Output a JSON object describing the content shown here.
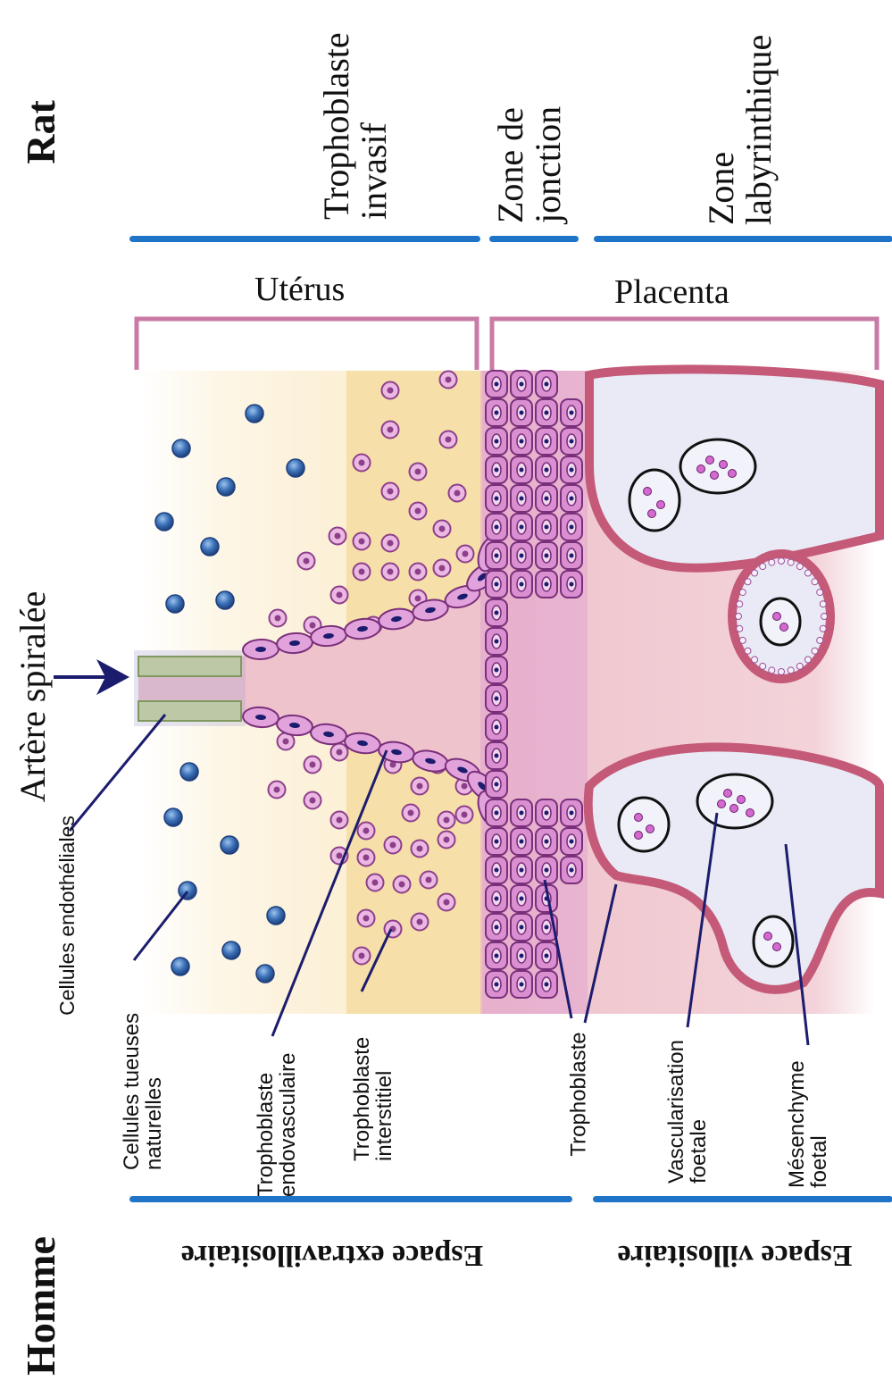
{
  "species": {
    "top": "Rat",
    "bottom": "Homme"
  },
  "rat_zones": {
    "invasive": {
      "line1": "Trophoblaste",
      "line2": "invasif"
    },
    "junction": {
      "line1": "Zone de",
      "line2": "jonction"
    },
    "labyrinth": {
      "line1": "Zone",
      "line2": "labyrinthique"
    }
  },
  "regions": {
    "uterus": "Utérus",
    "placenta": "Placenta"
  },
  "artery_label": "Artère spiralée",
  "cell_labels": {
    "endothelial": "Cellules endothéliales",
    "nk": {
      "line1": "Cellules tueuses",
      "line2": "naturelles"
    },
    "endovascular": {
      "line1": "Trophoblaste",
      "line2": "endovasculaire"
    },
    "interstitial": {
      "line1": "Trophoblaste",
      "line2": "interstitiel"
    },
    "trophoblast": "Trophoblaste",
    "fetal_vasc": {
      "line1": "Vascularisation",
      "line2": "foetale"
    },
    "mesenchyme": {
      "line1": "Mésenchyme",
      "line2": "foetal"
    }
  },
  "human_spaces": {
    "extravillous": "Espace extravillositaire",
    "villous": "Espace villositaire"
  },
  "colors": {
    "bar_blue": "#1f74c8",
    "bracket_pink": "#c97aa6",
    "nk_blue": "#3a6fb6",
    "trophoblast_pink": "#d98fd0",
    "blood_red": "#a01828",
    "tissue_pink": "#efc3cc",
    "decidua_tan": "#f6dfa8",
    "arrow_navy": "#1c1c6e"
  }
}
